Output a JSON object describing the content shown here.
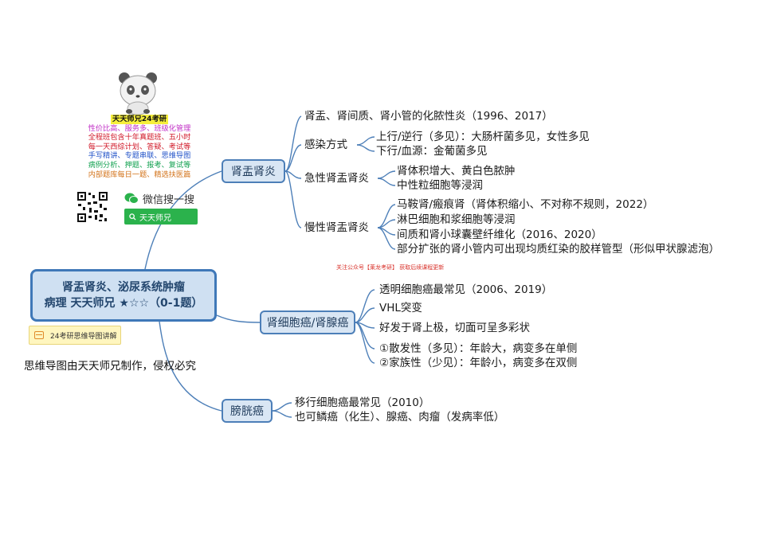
{
  "promo": {
    "title": "天天师兄24考研",
    "lines": [
      "性价比高、服务多、班级化管理",
      "全程班包含十年真题班、五小时",
      "每一天西综计划、答疑、考试等",
      "手写精讲、专题串联、思维导图",
      "病例分析、押题、报考、复试等",
      "内部题库每日一题、精选扶医篇"
    ],
    "wechat_label": "微信搜一搜",
    "search_text": "天天师兄"
  },
  "root": {
    "line1": "肾盂肾炎、泌尿系统肿瘤",
    "line2": "病理 天天师兄 ★☆☆（0-1题）"
  },
  "tag_label": "24考研思维导图讲解",
  "copyright": "思维导图由天天师兄制作，侵权必究",
  "watermark_note": "关注公众号【莱龙考研】 获取后续课程更新",
  "branches": {
    "pyelonephritis": {
      "label": "肾盂肾炎",
      "item0": "肾盂、肾间质、肾小管的化脓性炎（1996、2017）",
      "infection": {
        "label": "感染方式",
        "items": [
          "上行/逆行（多见）：大肠杆菌多见，女性多见",
          "下行/血源：金葡菌多见"
        ]
      },
      "acute": {
        "label": "急性肾盂肾炎",
        "items": [
          "肾体积增大、黄白色脓肿",
          "中性粒细胞等浸润"
        ]
      },
      "chronic": {
        "label": "慢性肾盂肾炎",
        "items": [
          "马鞍肾/瘢痕肾（肾体积缩小、不对称不规则，2022）",
          "淋巴细胞和浆细胞等浸润",
          "间质和肾小球囊壁纤维化（2016、2020）",
          "部分扩张的肾小管内可出现均质红染的胶样管型（形似甲状腺滤泡）"
        ]
      }
    },
    "rcc": {
      "label": "肾细胞癌/肾腺癌",
      "items": [
        "透明细胞癌最常见（2006、2019）",
        "VHL突变",
        "好发于肾上极，切面可呈多彩状",
        "①散发性（多见）：年龄大，病变多在单侧",
        "②家族性（少见）：年龄小，病变多在双侧"
      ]
    },
    "bladder": {
      "label": "膀胱癌",
      "items": [
        "移行细胞癌最常见（2010）",
        "也可鳞癌（化生）、腺癌、肉瘤（发病率低）"
      ]
    }
  }
}
